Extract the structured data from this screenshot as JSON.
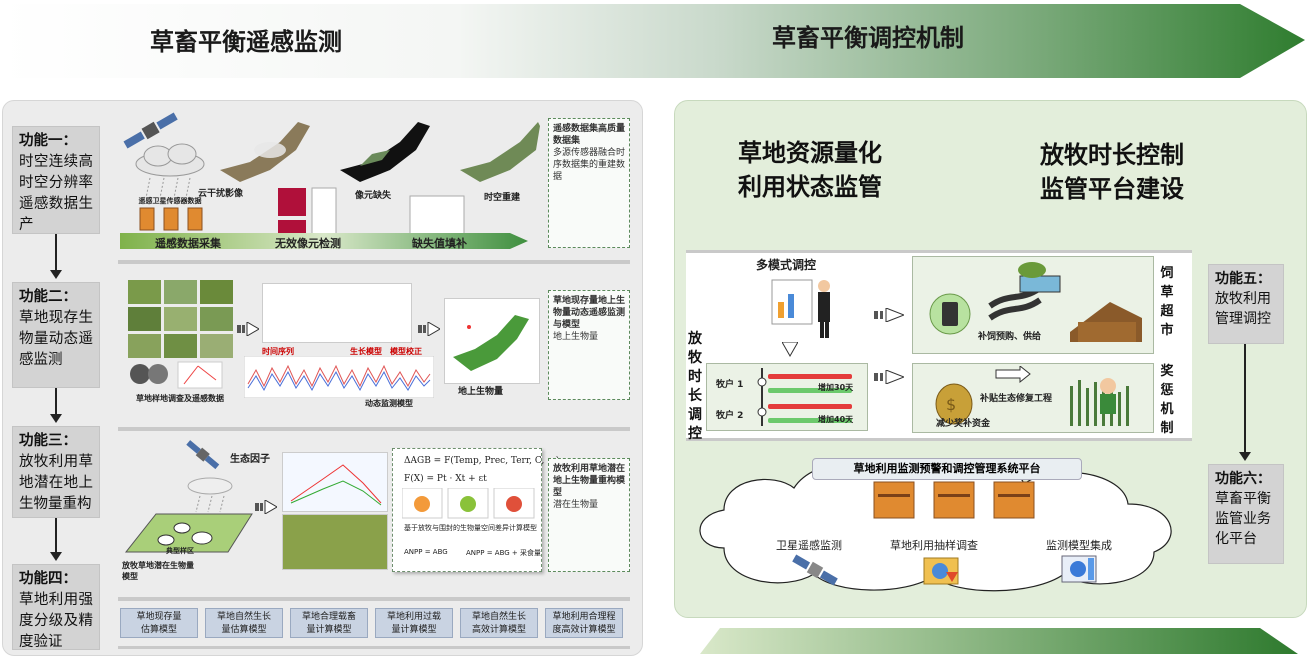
{
  "banner": {
    "left_title": "草畜平衡遥感监测",
    "right_title": "草畜平衡调控机制"
  },
  "left": {
    "functions": [
      {
        "title": "功能一：",
        "body": "时空连续高时空分辨率遥感数据生产"
      },
      {
        "title": "功能二：",
        "body": "草地现存生物量动态遥感监测"
      },
      {
        "title": "功能三：",
        "body": "放牧利用草地潜在地上生物量重构"
      },
      {
        "title": "功能四：",
        "body": "草地利用强度分级及精度验证"
      }
    ],
    "row1": {
      "sat_label": "遥感卫星传感器数据",
      "cloud_label": "云干扰影像",
      "gap_label": "像元缺失",
      "clear_label": "时空重建",
      "step1": "遥感数据采集",
      "step2": "无效像元检测",
      "step3": "缺失值填补",
      "output_title": "遥感数据集高质量数据集",
      "output_item": "多源传感器融合时序数据集的重建数据"
    },
    "row2": {
      "photo_label": "草地样地调查及遥感数据",
      "curve_label": "动态监测模型",
      "map_label": "地上生物量",
      "tag1": "时间序列",
      "tag2": "生长模型",
      "tag3": "模型校正",
      "output_title": "草地现存量地上生物量动态遥感监测与模型",
      "output_item": "地上生物量"
    },
    "row3": {
      "factor_label": "生态因子",
      "region_label": "典型样区",
      "recon_label": "放牧草地潜在生物量\n模型",
      "eq1": "ΔAGB = F(Temp, Prec, Terr, C, ···)",
      "eq2": "F(X) = Pt · Xt + εt",
      "eq_note": "基于放牧与围封的生物量空间差异计算模型",
      "out_left": "ANPP = ABG",
      "out_right": "ANPP = ABG + 采食量",
      "output_title": "放牧利用草地潜在地上生物量重构模型",
      "output_item": "潜在生物量"
    },
    "models": [
      "草地现存量\n估算模型",
      "草地自然生长\n量估算模型",
      "草地合理载畜\n量计算模型",
      "草地利用过载\n量计算模型",
      "草地自然生长\n高效计算模型",
      "草地利用合理程\n度高效计算模型"
    ]
  },
  "right": {
    "title_left": "草地资源量化\n利用状态监管",
    "title_right": "放牧时长控制\n监管平台建设",
    "multi_mode": "多模式调控",
    "grazing_time": "放牧时长调控",
    "herd1": "牧户 1",
    "herd2": "牧户 2",
    "herd1_note": "增加30天",
    "herd2_note": "增加40天",
    "market_v": "饲草超市",
    "market_label": "补饲预购、供给",
    "reward_v": "奖惩机制",
    "reward_sub": "补贴生态修复工程",
    "reward_label": "减少奖补资金",
    "platform_title": "草地利用监测预警和调控管理系统平台",
    "platform_items": [
      "卫星遥感监测",
      "草地利用抽样调查",
      "监测模型集成"
    ],
    "func5": {
      "title": "功能五：",
      "body": "放牧利用管理调控"
    },
    "func6": {
      "title": "功能六：",
      "body": "草畜平衡监管业务化平台"
    }
  },
  "colors": {
    "green_dark": "#2e7a2e",
    "green_light": "#e3eedb",
    "grey_panel": "#ececec"
  }
}
